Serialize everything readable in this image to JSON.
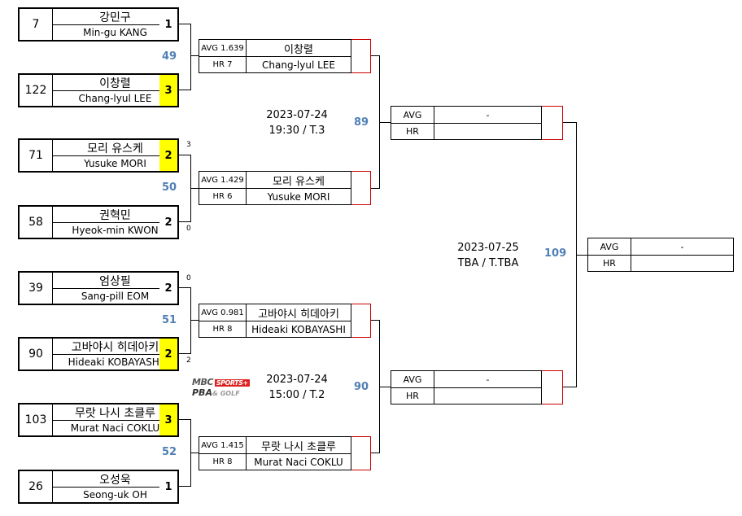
{
  "round1": [
    {
      "seed": "7",
      "kor": "강민구",
      "eng": "Min-gu KANG",
      "score": "1",
      "win": false
    },
    {
      "seed": "122",
      "kor": "이창렬",
      "eng": "Chang-lyul LEE",
      "score": "3",
      "win": true
    },
    {
      "seed": "71",
      "kor": "모리 유스케",
      "eng": "Yusuke MORI",
      "score": "2",
      "win": true
    },
    {
      "seed": "58",
      "kor": "권혁민",
      "eng": "Hyeok-min KWON",
      "score": "2",
      "win": false
    },
    {
      "seed": "39",
      "kor": "엄상필",
      "eng": "Sang-pill EOM",
      "score": "2",
      "win": false
    },
    {
      "seed": "90",
      "kor": "고바야시 히데아키",
      "eng": "Hideaki KOBAYASHI",
      "score": "2",
      "win": true
    },
    {
      "seed": "103",
      "kor": "무랏 나시 초클루",
      "eng": "Murat Naci COKLU",
      "score": "3",
      "win": true
    },
    {
      "seed": "26",
      "kor": "오성욱",
      "eng": "Seong-uk OH",
      "score": "1",
      "win": false
    }
  ],
  "round2": [
    {
      "avg": "AVG 1.639",
      "hr": "HR 7",
      "kor": "이창렬",
      "eng": "Chang-lyul LEE"
    },
    {
      "avg": "AVG 1.429",
      "hr": "HR 6",
      "kor": "모리 유스케",
      "eng": "Yusuke MORI"
    },
    {
      "avg": "AVG 0.981",
      "hr": "HR 8",
      "kor": "고바야시 히데아키",
      "eng": "Hideaki KOBAYASHI"
    },
    {
      "avg": "AVG 1.415",
      "hr": "HR 8",
      "kor": "무랏 나시 초클루",
      "eng": "Murat Naci COKLU"
    }
  ],
  "round3": [
    {
      "avg_label": "AVG",
      "hr_label": "HR",
      "value": "-"
    },
    {
      "avg_label": "AVG",
      "hr_label": "HR",
      "value": "-"
    }
  ],
  "final": {
    "avg_label": "AVG",
    "hr_label": "HR",
    "value": "-"
  },
  "match_numbers": {
    "m49": "49",
    "m50": "50",
    "m51": "51",
    "m52": "52",
    "m89": "89",
    "m90": "90",
    "m109": "109"
  },
  "tiebreak": {
    "mori": "3",
    "kwon": "0",
    "eom": "0",
    "kobayashi": "2"
  },
  "schedules": {
    "top_date": "2023-07-24",
    "top_time": "19:30 / T.3",
    "bottom_date": "2023-07-24",
    "bottom_time": "15:00 / T.2",
    "final_date": "2023-07-25",
    "final_time": "TBA / T.TBA"
  },
  "logo": {
    "line1": "MBC",
    "line1_badge": "SPORTS+",
    "line2": "PBA",
    "line2_suffix": "& GOLF"
  },
  "colors": {
    "winner_fill": "#ffff00",
    "match_number": "#4f7fb4",
    "pending_border": "#cc0000"
  }
}
